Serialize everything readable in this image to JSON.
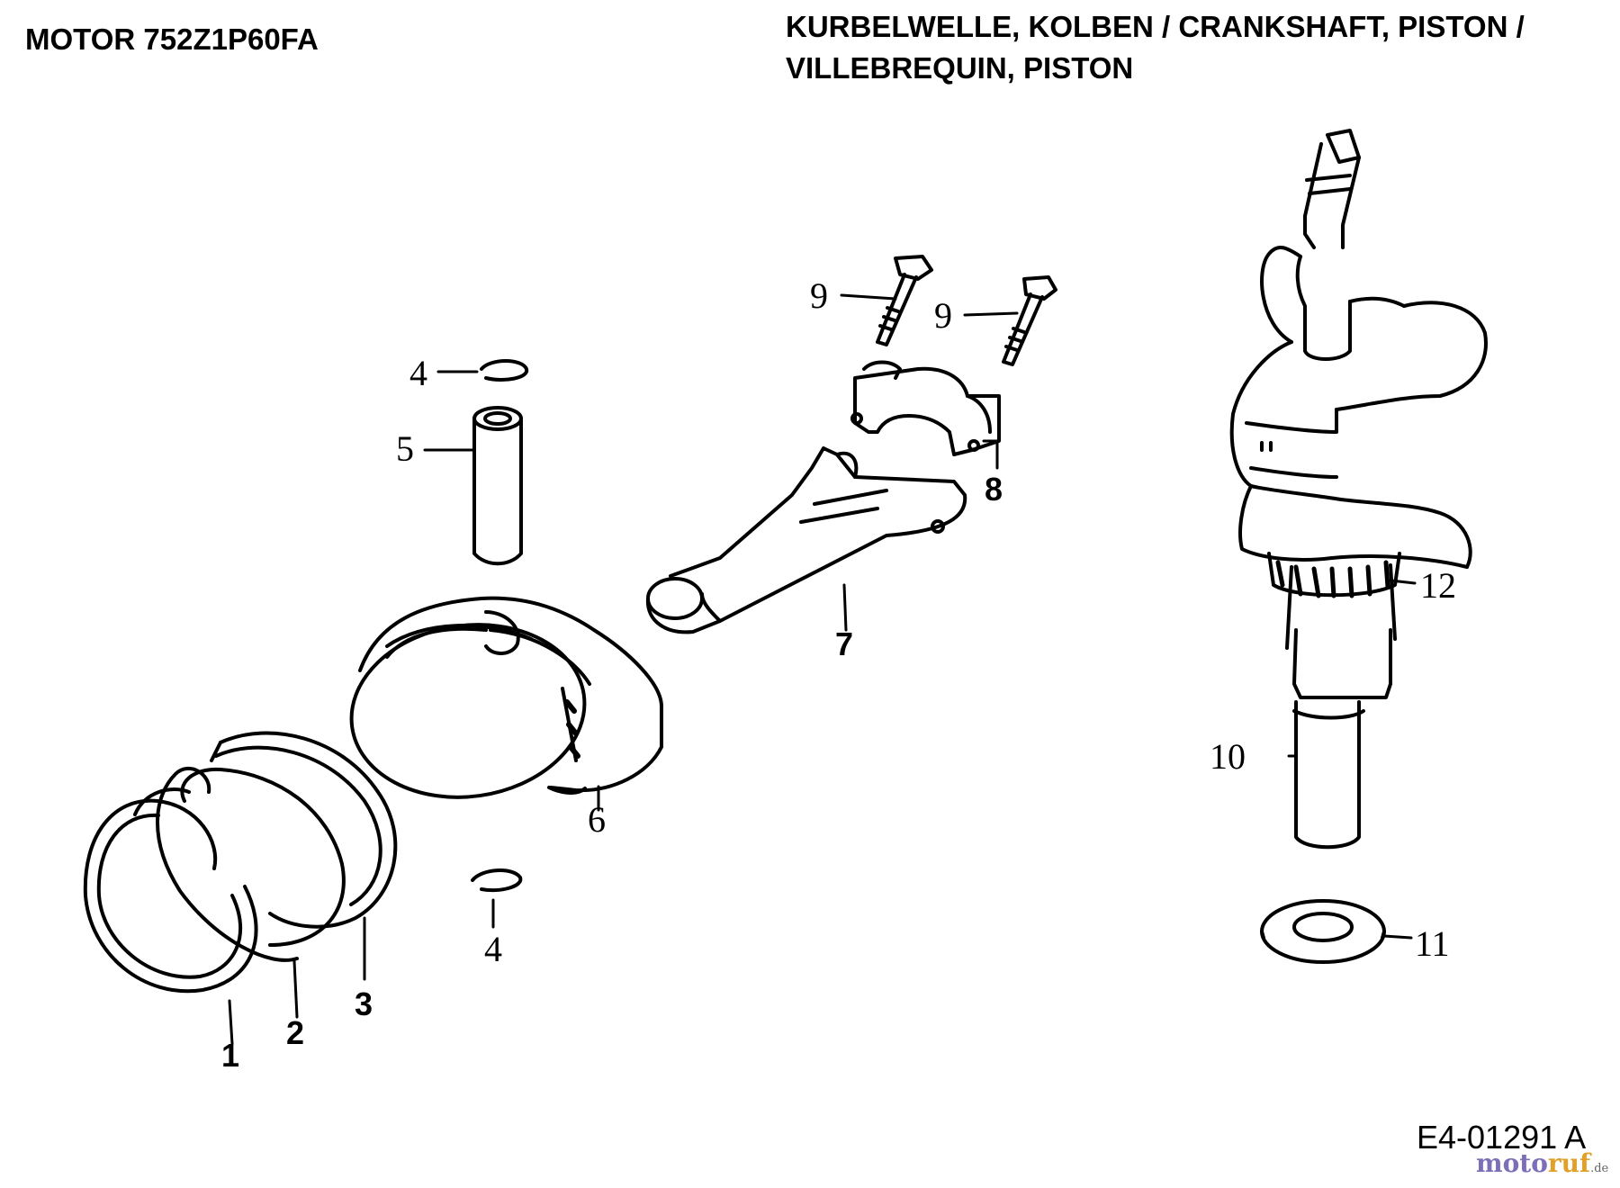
{
  "header": {
    "left_title": "MOTOR 752Z1P60FA",
    "right_title_line1": "KURBELWELLE, KOLBEN / CRANKSHAFT,  PISTON /",
    "right_title_line2": "VILLEBREQUIN, PISTON"
  },
  "parts": [
    {
      "num": "1",
      "part": "piston-ring-1"
    },
    {
      "num": "2",
      "part": "piston-ring-2"
    },
    {
      "num": "3",
      "part": "piston-ring-3"
    },
    {
      "num": "4",
      "part": "piston-pin-clip-top"
    },
    {
      "num": "4",
      "part": "piston-pin-clip-bottom"
    },
    {
      "num": "5",
      "part": "piston-pin"
    },
    {
      "num": "6",
      "part": "piston"
    },
    {
      "num": "7",
      "part": "connecting-rod"
    },
    {
      "num": "8",
      "part": "rod-cap"
    },
    {
      "num": "9",
      "part": "rod-bolt-left"
    },
    {
      "num": "9",
      "part": "rod-bolt-right"
    },
    {
      "num": "10",
      "part": "crankshaft"
    },
    {
      "num": "11",
      "part": "thrust-washer"
    },
    {
      "num": "12",
      "part": "timing-gear"
    }
  ],
  "footer": {
    "code": "E4-01291 A",
    "watermark_a": "moto",
    "watermark_b": "ruf",
    "watermark_suffix": ".de"
  },
  "colors": {
    "line": "#000000",
    "watermark_a": "#7c6fb8",
    "watermark_b": "#e0a02a"
  }
}
